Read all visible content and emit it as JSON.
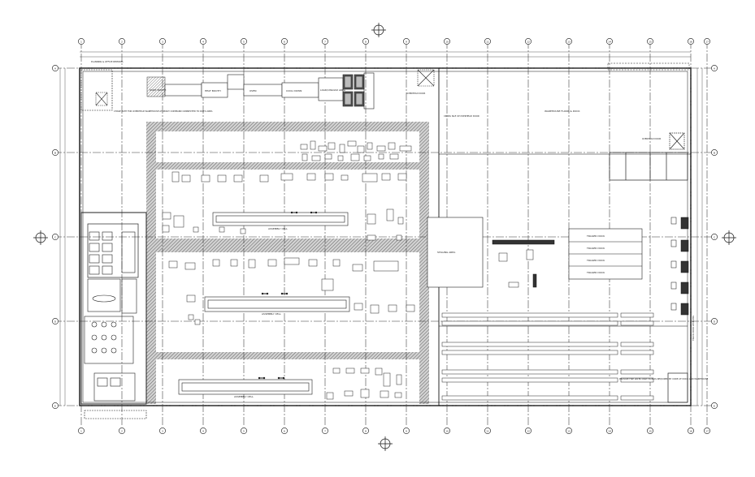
{
  "title_block": {
    "caption": "PLANNING & OFFICE REMODEL"
  },
  "grid": {
    "columns": [
      "1",
      "2",
      "3",
      "4",
      "5",
      "6",
      "7",
      "8",
      "9",
      "10",
      "11",
      "12",
      "13",
      "14",
      "15",
      "16",
      "17"
    ],
    "rows": [
      "A",
      "B",
      "C",
      "D",
      "E"
    ]
  },
  "labels": {
    "note_left_top": "CHASE PATH FOR OVERHEAD WAREHOUSE AT READY COMMAND CONNECTED TO ROTO AREA",
    "paint_booth": "PAINT BOOTH",
    "heat_booth": "HEAT BOOTH",
    "oven": "OVEN",
    "cool_down": "COOL DOWN",
    "load_unload": "LOAD/UNLOAD AREA",
    "door_note_1": "OVERHEAD DOOR",
    "door_note_2": "OVERHEAD DOOR",
    "note_mid_top": "CROSS ISLE UP OVERHEAD DOOR",
    "warehouse_title": "WAREHOUSE FLOOR & DOCK",
    "assembly_cell_1": "ASSEMBLY CELL",
    "assembly_cell_2": "ASSEMBLY CELL",
    "assembly_cell_3": "ASSEMBLY CELL",
    "staging": "STAGING AREA",
    "trailer_1": "TRAILER DOCK",
    "trailer_2": "TRAILER DOCK",
    "trailer_3": "TRAILER DOCK",
    "trailer_4": "TRAILER DOCK",
    "right_note": "TRUCK DOCK LEVELERS",
    "bottom_note": "PROVIDE FIRE RATED PARTITION AS REQUIRED BY CODE AT DOCK AND WAREHOUSE"
  }
}
